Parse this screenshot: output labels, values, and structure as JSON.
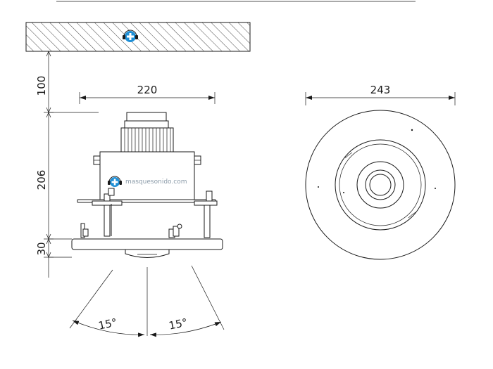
{
  "dimensions": {
    "width_cut": "220",
    "width_total": "243",
    "offset": "100",
    "height_body": "206",
    "height_flange": "30",
    "angle_left": "15°",
    "angle_right": "15°"
  },
  "watermark": {
    "text": "masquesonido.com",
    "icon": "headphones-plus-icon",
    "color": "#1e8fd6"
  }
}
